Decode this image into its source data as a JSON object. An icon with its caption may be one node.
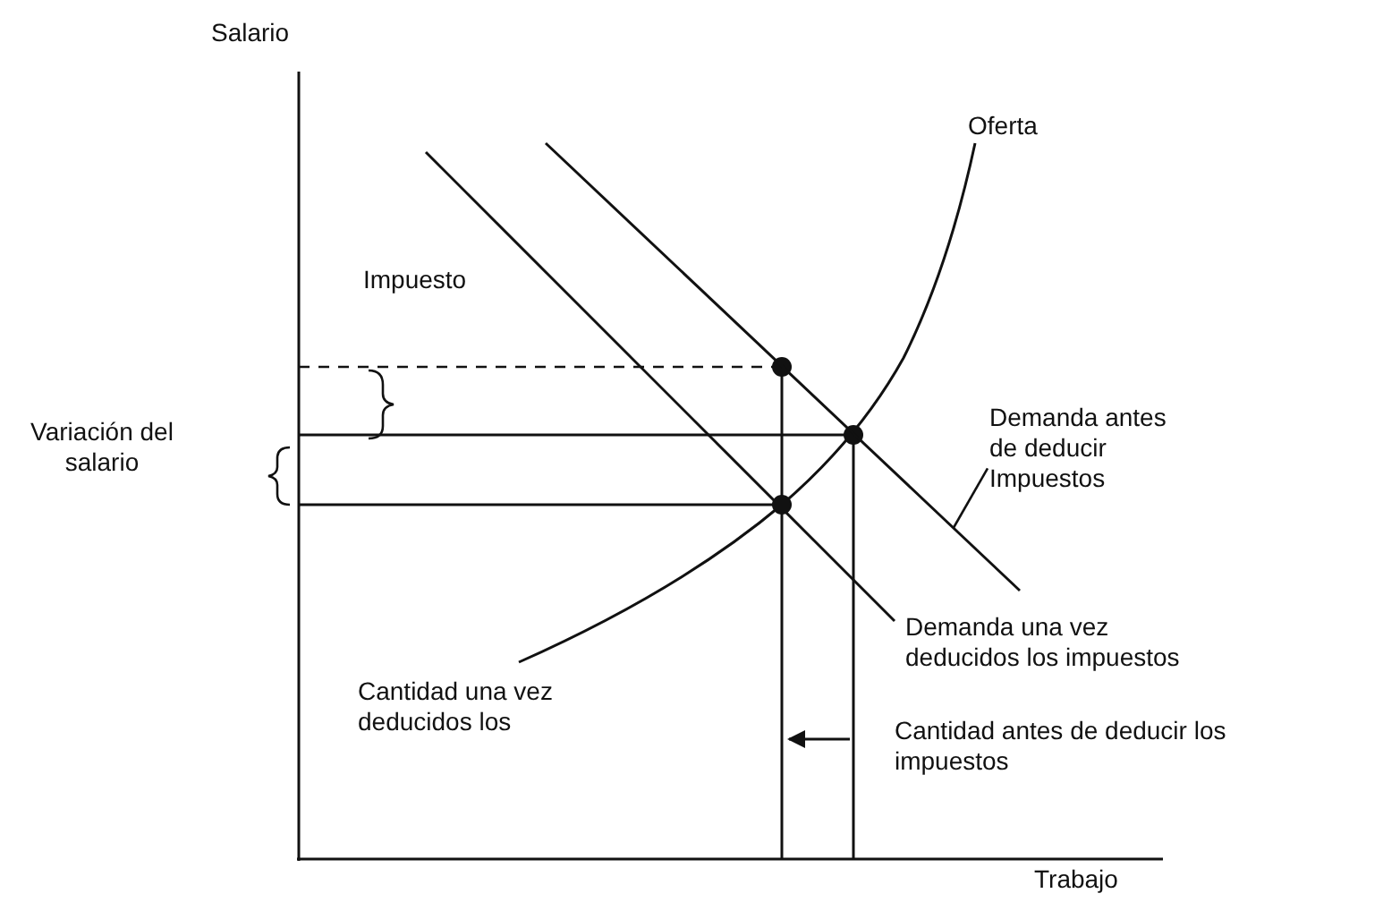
{
  "diagram": {
    "nodes": [
      {
        "text": [
          "Demanda antes de deducir Impuestos"
        ]
      },
      {
        "text": [],
        "shape": "line"
      }
    ],
    "edges": [
      {
        "from": 0,
        "to": 1,
        "arrow": "none"
      }
    ],
    "labels": [
      "Salario",
      "Oferta",
      "Impuesto",
      "Variación del salario",
      "Demanda una vez deducidos los impuestos",
      "Cantidad una vez deducidos los",
      "Cantidad antes de deducir los impuestos",
      "Trabajo"
    ]
  }
}
